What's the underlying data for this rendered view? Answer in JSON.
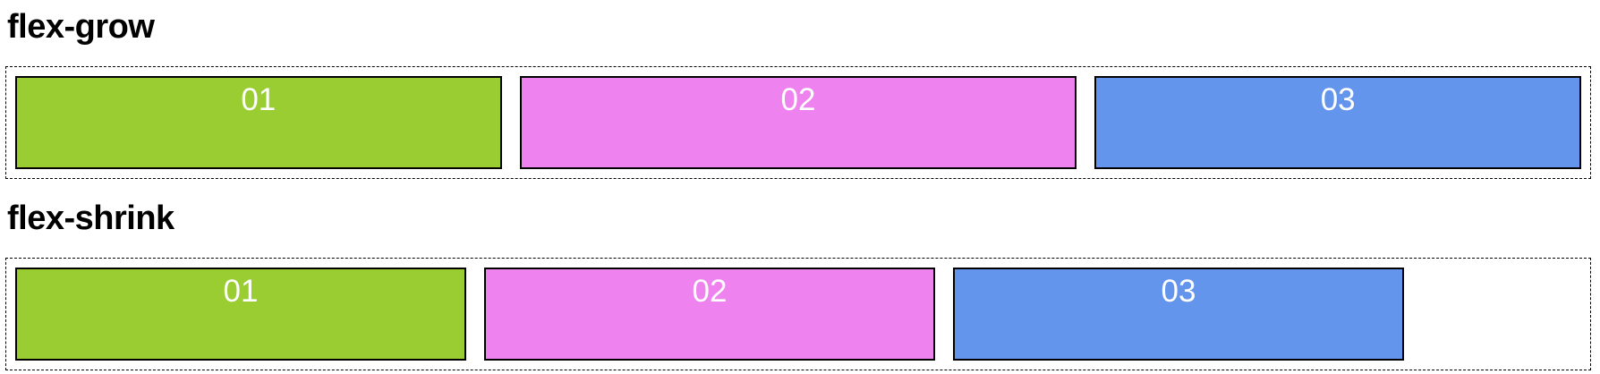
{
  "page": {
    "background_color": "#ffffff",
    "heading_color": "#000000",
    "container_border_color": "#000000",
    "item_border_color": "#000000",
    "item_text_color": "#ffffff"
  },
  "sections": [
    {
      "heading": "flex-grow",
      "items": [
        {
          "label": "01",
          "color": "#9acd32"
        },
        {
          "label": "02",
          "color": "#ee82ee"
        },
        {
          "label": "03",
          "color": "#6495ed"
        }
      ]
    },
    {
      "heading": "flex-shrink",
      "items": [
        {
          "label": "01",
          "color": "#9acd32"
        },
        {
          "label": "02",
          "color": "#ee82ee"
        },
        {
          "label": "03",
          "color": "#6495ed"
        }
      ]
    }
  ]
}
